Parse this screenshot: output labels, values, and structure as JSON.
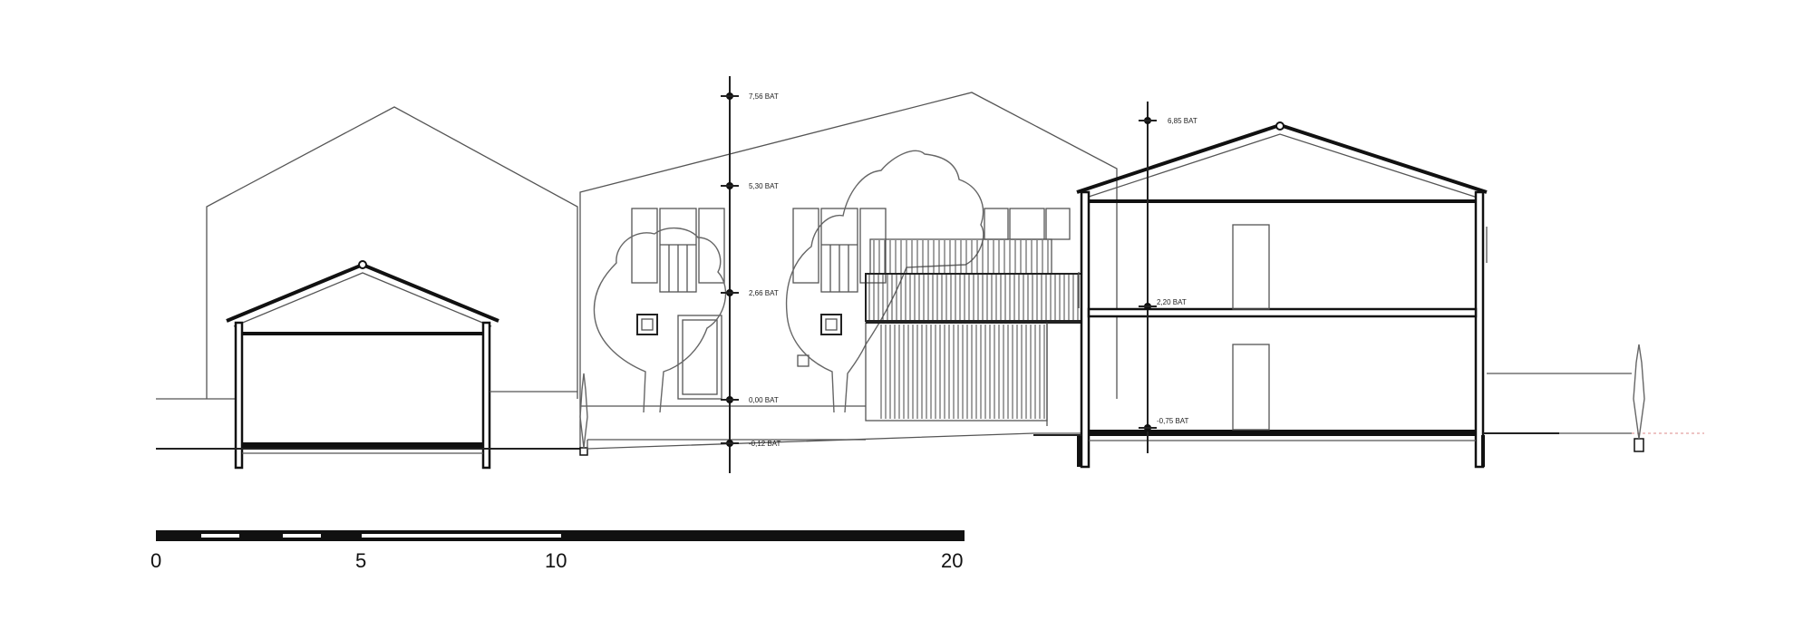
{
  "levels": [
    {
      "label": "7,56 BAT"
    },
    {
      "label": "5,30 BAT"
    },
    {
      "label": "2,66 BAT"
    },
    {
      "label": "0,00 BAT"
    },
    {
      "label": "-0,12 BAT"
    },
    {
      "label": "6,85 BAT"
    },
    {
      "label": "2,20 BAT"
    },
    {
      "label": "-0,75 BAT"
    }
  ],
  "scale_bar": {
    "ticks": [
      {
        "label": "0"
      },
      {
        "label": "5"
      },
      {
        "label": "10"
      },
      {
        "label": "20"
      }
    ]
  }
}
